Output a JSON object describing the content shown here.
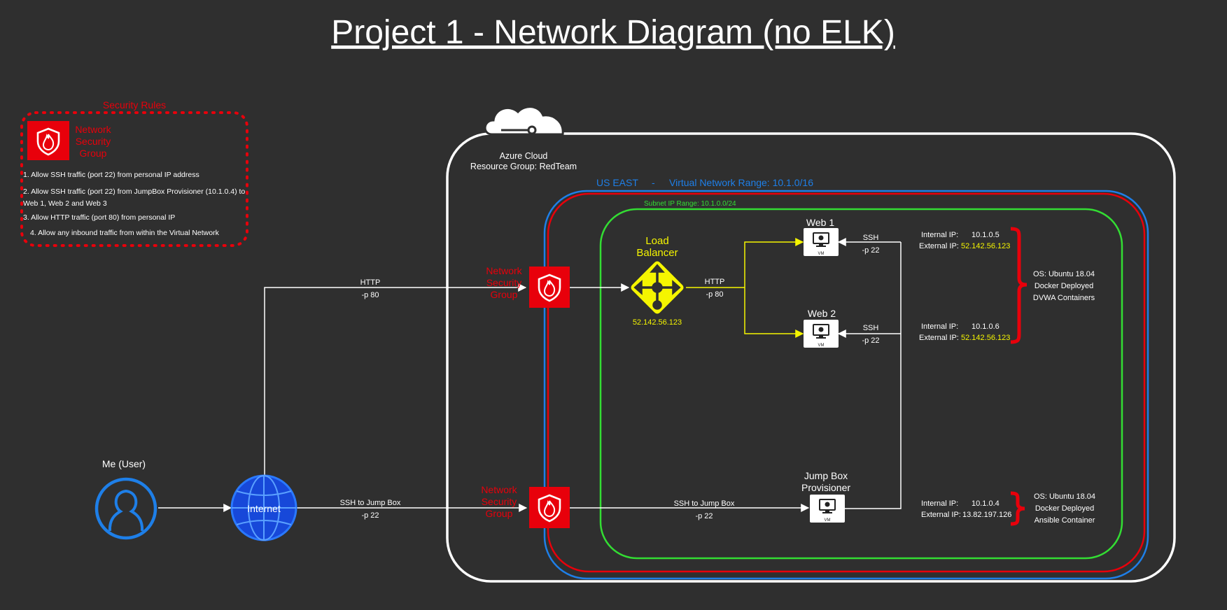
{
  "title": "Project 1 - Network Diagram (no ELK)",
  "colors": {
    "background": "#2f2f2f",
    "red": "#e8000b",
    "blue": "#1e7fe8",
    "green": "#33dd33",
    "yellow": "#f5f500",
    "white": "#ffffff"
  },
  "legend": {
    "title": "Security Rules",
    "nsg_label": [
      "Network",
      "Security",
      "Group"
    ],
    "rules": [
      "1. Allow SSH traffic (port 22) from personal IP address",
      "2. Allow SSH traffic (port 22) from JumpBox Provisioner (10.1.0.4) to",
      "Web 1, Web 2 and Web 3",
      "3. Allow HTTP traffic (port 80) from personal IP",
      "4. Allow any inbound traffic from within the Virtual Network"
    ]
  },
  "cloud": {
    "name": "Azure Cloud",
    "resource_group": "Resource Group: RedTeam"
  },
  "vnet": {
    "region": "US EAST",
    "separator": "-",
    "range": "Virtual Network Range: 10.1.0/16"
  },
  "subnet": {
    "range": "Subnet IP Range: 10.1.0.0/24"
  },
  "user": {
    "label": "Me (User)"
  },
  "internet": {
    "label": "Internet"
  },
  "links": {
    "http_top": [
      "HTTP",
      "-p 80"
    ],
    "ssh_bottom_left": [
      "SSH to Jump Box",
      "-p 22"
    ],
    "ssh_bottom_right": [
      "SSH to Jump Box",
      "-p 22"
    ],
    "lb_http": [
      "HTTP",
      "-p 80"
    ],
    "ssh_web1": [
      "SSH",
      "-p 22"
    ],
    "ssh_web2": [
      "SSH",
      "-p 22"
    ]
  },
  "nsg_top": {
    "label": [
      "Network",
      "Security",
      "Group"
    ]
  },
  "nsg_bottom": {
    "label": [
      "Network",
      "Security",
      "Group"
    ]
  },
  "load_balancer": {
    "label": [
      "Load",
      "Balancer"
    ],
    "ip": "52.142.56.123"
  },
  "web1": {
    "label": "Web 1",
    "badge": "VM",
    "internal_label": "Internal IP:",
    "internal_ip": "10.1.0.5",
    "external_label": "External IP:",
    "external_ip": "52.142.56.123"
  },
  "web2": {
    "label": "Web 2",
    "badge": "VM",
    "internal_label": "Internal IP:",
    "internal_ip": "10.1.0.6",
    "external_label": "External IP:",
    "external_ip": "52.142.56.123"
  },
  "jumpbox": {
    "label": [
      "Jump Box",
      "Provisioner"
    ],
    "badge": "VM",
    "internal_label": "Internal IP:",
    "internal_ip": "10.1.0.4",
    "external_label": "External IP:",
    "external_ip": "13.82.197.126"
  },
  "web_os": [
    "OS: Ubuntu 18.04",
    "Docker Deployed",
    "DVWA Containers"
  ],
  "jump_os": [
    "OS: Ubuntu 18.04",
    "Docker Deployed",
    "Ansible Container"
  ]
}
